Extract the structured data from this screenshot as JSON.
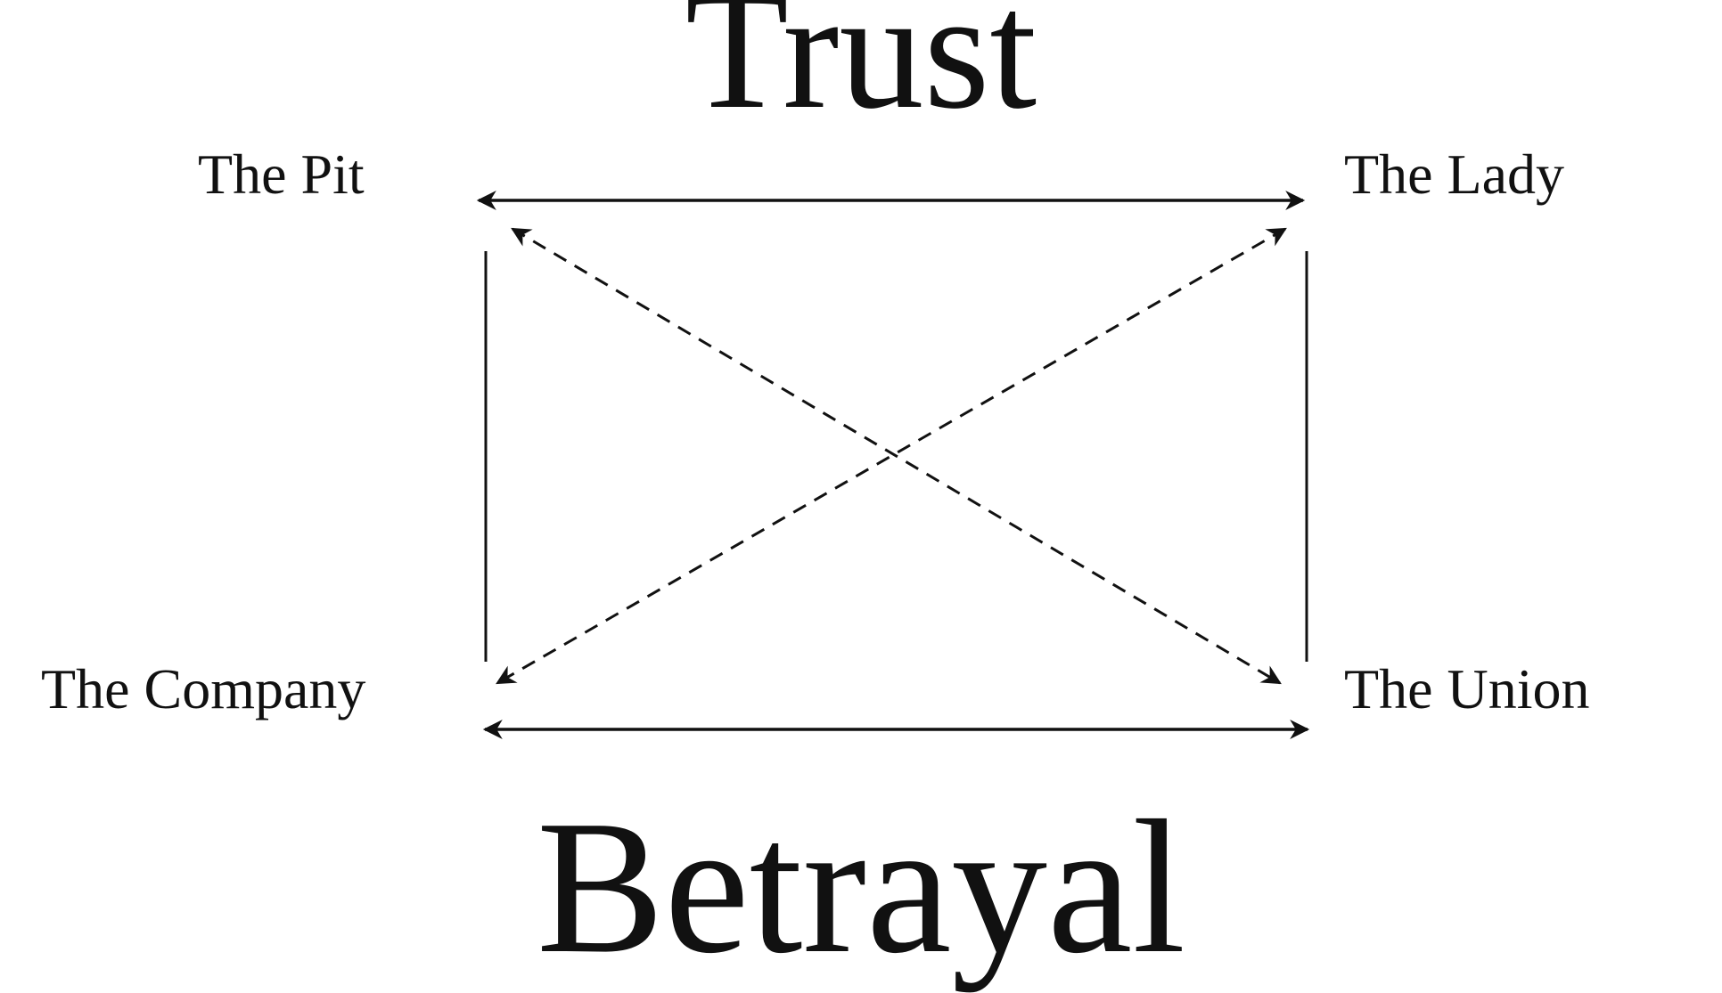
{
  "diagram": {
    "top_label": "Trust",
    "bottom_label": "Betrayal",
    "nodes": {
      "top_left": "The Pit",
      "top_right": "The Lady",
      "bottom_left": "The Company",
      "bottom_right": "The Union"
    },
    "edges": [
      {
        "from": "The Pit",
        "to": "The Lady",
        "style": "solid",
        "direction": "both"
      },
      {
        "from": "The Company",
        "to": "The Union",
        "style": "solid",
        "direction": "both"
      },
      {
        "from": "The Pit",
        "to": "The Company",
        "style": "solid",
        "direction": "none"
      },
      {
        "from": "The Lady",
        "to": "The Union",
        "style": "solid",
        "direction": "none"
      },
      {
        "from": "The Pit",
        "to": "The Union",
        "style": "dashed",
        "direction": "both"
      },
      {
        "from": "The Lady",
        "to": "The Company",
        "style": "dashed",
        "direction": "both"
      }
    ],
    "color": "#111111"
  }
}
